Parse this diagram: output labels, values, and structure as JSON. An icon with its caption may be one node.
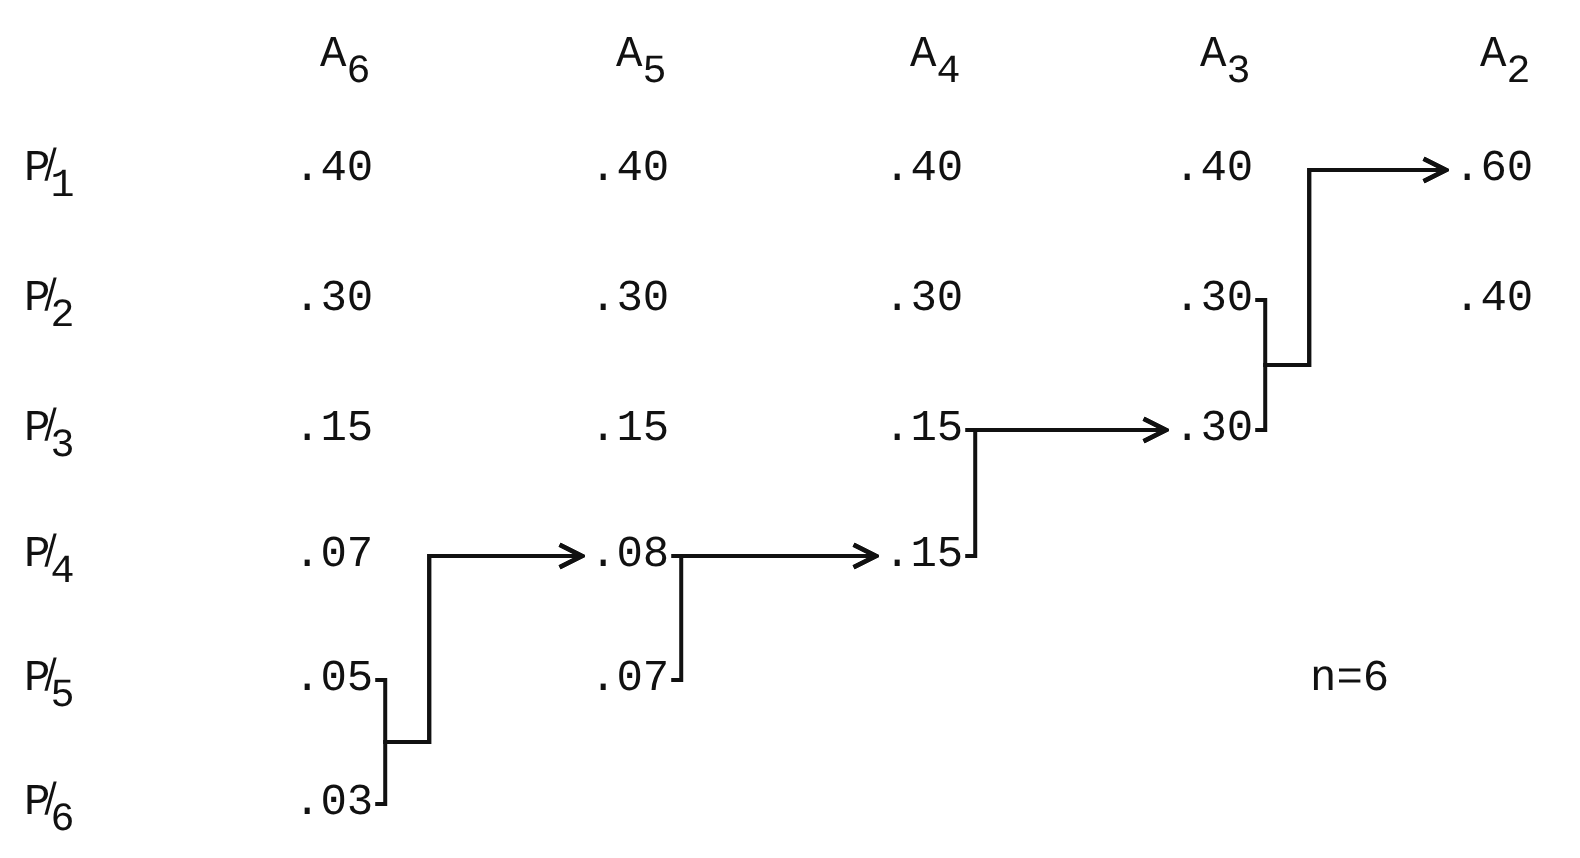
{
  "diagram": {
    "nodes": [
      {
        "text": [
          ".60"
        ]
      },
      {
        "text": [
          ".30"
        ]
      },
      {
        "text": [
          ".15"
        ]
      },
      {
        "text": [
          ".30"
        ]
      },
      {
        "text": [
          ".08"
        ]
      },
      {
        "text": [
          ".15"
        ]
      },
      {
        "text": [
          ".05"
        ]
      },
      {
        "text": [
          ".07"
        ]
      },
      {
        "text": [
          ".03"
        ]
      }
    ],
    "edges": [
      {
        "from": 6,
        "to": 4,
        "arrow": "to"
      },
      {
        "from": 8,
        "to": 4,
        "arrow": "to"
      },
      {
        "from": 4,
        "to": 5,
        "arrow": "to"
      },
      {
        "from": 7,
        "to": 5,
        "arrow": "to"
      },
      {
        "from": 2,
        "to": 3,
        "arrow": "to"
      },
      {
        "from": 5,
        "to": 3,
        "arrow": "to"
      },
      {
        "from": 1,
        "to": 0,
        "arrow": "to"
      },
      {
        "from": 3,
        "to": 0,
        "arrow": "to"
      }
    ],
    "labels": [
      "A$_{6}$",
      "A$_{5}$",
      "A$_{4}$",
      "A$_{3}$",
      "A$_{2}$",
      "P̸$_{1}$",
      ".40",
      ".40",
      ".40",
      ".40",
      "P̸$_{2}$",
      ".30",
      ".30",
      ".30",
      ".40",
      "P̸$_{3}$",
      ".15",
      ".15",
      "P̸$_{4}$",
      ".07",
      "P̸$_{5}$",
      "n=6",
      "P̸$_{6}$"
    ]
  }
}
